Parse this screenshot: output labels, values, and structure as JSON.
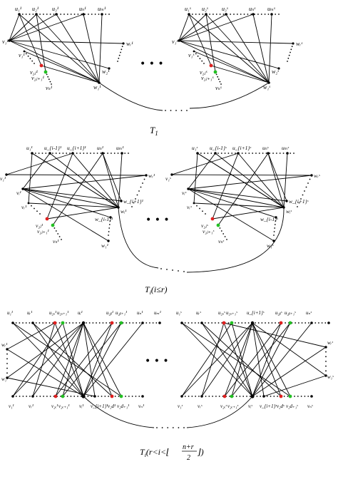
{
  "captions": {
    "t1": "T",
    "t1_sub": "1",
    "ti_small": "T",
    "ti_small_sub": "i",
    "ti_small_cond": "(i≤r)",
    "ti_large": "T",
    "ti_large_sub": "i",
    "ti_large_cond_open": "(r<i<⌊",
    "ti_large_frac_num": "n+r",
    "ti_large_frac_den": "2",
    "ti_large_cond_close": "⌋)"
  },
  "ellipsis": "• • •",
  "colors": {
    "red": "#e02020",
    "green": "#22c022",
    "black": "#000000"
  },
  "panel1": {
    "labels_top_left": [
      "u₁¹",
      "u₂¹",
      "u₃¹",
      "uₙ¹",
      "uₘ¹"
    ],
    "labels_top_right": [
      "u₁ˢ",
      "u₂ˢ",
      "u₃ˢ",
      "uₙˢ",
      "uₘˢ"
    ],
    "v1_left": "v₁¹",
    "v1p_left": "v₁¹",
    "v2j_left": "v₂ⱼ¹",
    "v2j1_left": "v₂ⱼ₊₁¹",
    "vn_left": "vₙ¹",
    "w1_left": "w₁¹",
    "w2_left": "w₂¹",
    "wr_left": "wᵣ¹",
    "v1_right": "v₁ˢ",
    "v1p_right": "v₁ˢ",
    "v2j_right": "v₂ⱼˢ",
    "v2j1_right": "v₂ⱼ₊₁ˢ",
    "vn_right": "vₙˢ",
    "w1_right": "w₁ˢ",
    "w2_right": "w₂ˢ",
    "wr_right": "wᵣˢ"
  },
  "panel2": {
    "labels_top_left": [
      "u₁¹",
      "u_{i-1}¹",
      "u_{i+1}¹",
      "uₙ¹",
      "uₘ¹"
    ],
    "labels_top_right": [
      "u₁ˢ",
      "u_{i-1}ˢ",
      "u_{i+1}ˢ",
      "uₙˢ",
      "uₘˢ"
    ],
    "v1_left": "v₁¹",
    "vi_left": "vᵢ¹",
    "vr_left": "vᵣ¹",
    "v2j_left": "v₂ⱼ¹",
    "v2j1_left": "v₂ⱼ₊₁¹",
    "vn_left": "vₙ¹",
    "wr_left": "wᵣ¹",
    "wi1_left": "w_{i+1}¹",
    "wi_left": "wᵢ¹",
    "wim1_left": "w_{i-1}¹",
    "w1_left": "w₁¹",
    "v1_right": "v₁ˢ",
    "vi_right": "vᵢˢ",
    "vr_right": "vᵣˢ",
    "v2j_right": "v₂ⱼˢ",
    "v2j1_right": "v₂ⱼ₊₁ˢ",
    "vn_right": "vₙˢ",
    "wr_right": "wᵣˢ",
    "wi1_right": "w_{i+1}ˢ",
    "wi_right": "wᵢˢ",
    "wim1_right": "w_{i-1}ˢ",
    "w1_right": "w₁ˢ"
  },
  "panel3": {
    "labels_top_left": [
      "u₁¹",
      "uᵣ¹",
      "u₂ₐ¹",
      "u₂ₐ₊₁¹",
      "uᵢ¹",
      "u₂ᵦ¹",
      "u₂ᵦ₊₁¹",
      "uₙ¹",
      "uₘ¹"
    ],
    "labels_top_right": [
      "u₁ˢ",
      "uᵣˢ",
      "u₂ₐˢ",
      "u₂ₐ₊₁ˢ",
      "u_{i+1}ˢ",
      "u₂ᵦˢ",
      "u₂ᵦ₊₁ˢ",
      "uₙˢ"
    ],
    "labels_bot_left": [
      "v₁¹",
      "vᵣ¹",
      "v₂ₑ¹",
      "v₂ₑ₊₁¹",
      "vᵢ¹",
      "v_{i+1}¹",
      "v₂d¹",
      "v₂d₊₁¹",
      "vₙ¹"
    ],
    "labels_bot_right": [
      "v₁ˢ",
      "vᵣˢ",
      "v₂ₑˢ",
      "v₂ₑ₊₁ˢ",
      "vᵢˢ",
      "v_{i+1}ˢ",
      "v₂dˢ",
      "v₂d₊₁ˢ",
      "vₙˢ"
    ],
    "wr_left": "wᵣ¹",
    "w1_left": "w₁¹",
    "wr_right": "wᵣˢ",
    "w1_right": "w₁ˢ"
  }
}
